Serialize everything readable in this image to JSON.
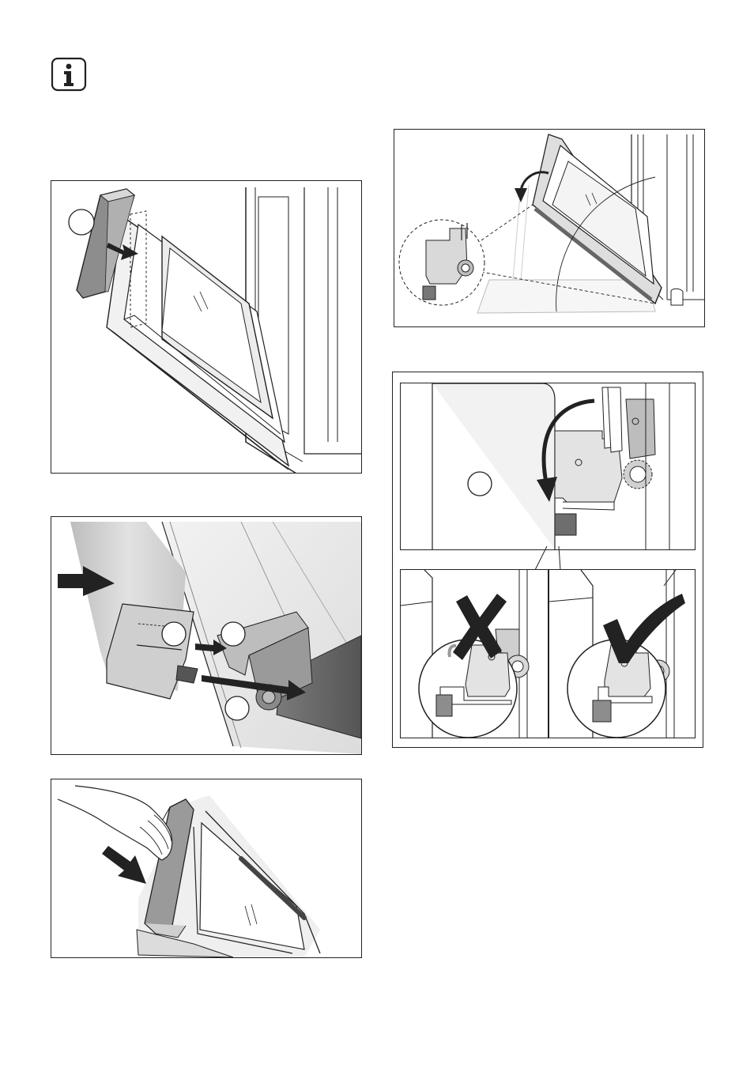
{
  "icons": {
    "info": "info-icon"
  },
  "colors": {
    "line": "#222222",
    "light_gray": "#e8e8e8",
    "mid_gray": "#bdbdbd",
    "dark_gray": "#6e6e6e"
  },
  "figures": [
    {
      "id": "remove-handle",
      "callouts": [
        ""
      ]
    },
    {
      "id": "handle-clips",
      "callouts": [
        "",
        "",
        ""
      ]
    },
    {
      "id": "press-handle"
    },
    {
      "id": "tilt-door"
    },
    {
      "id": "hinge-check",
      "callouts": [
        ""
      ],
      "marks": [
        "cross-icon",
        "check-icon"
      ]
    }
  ]
}
